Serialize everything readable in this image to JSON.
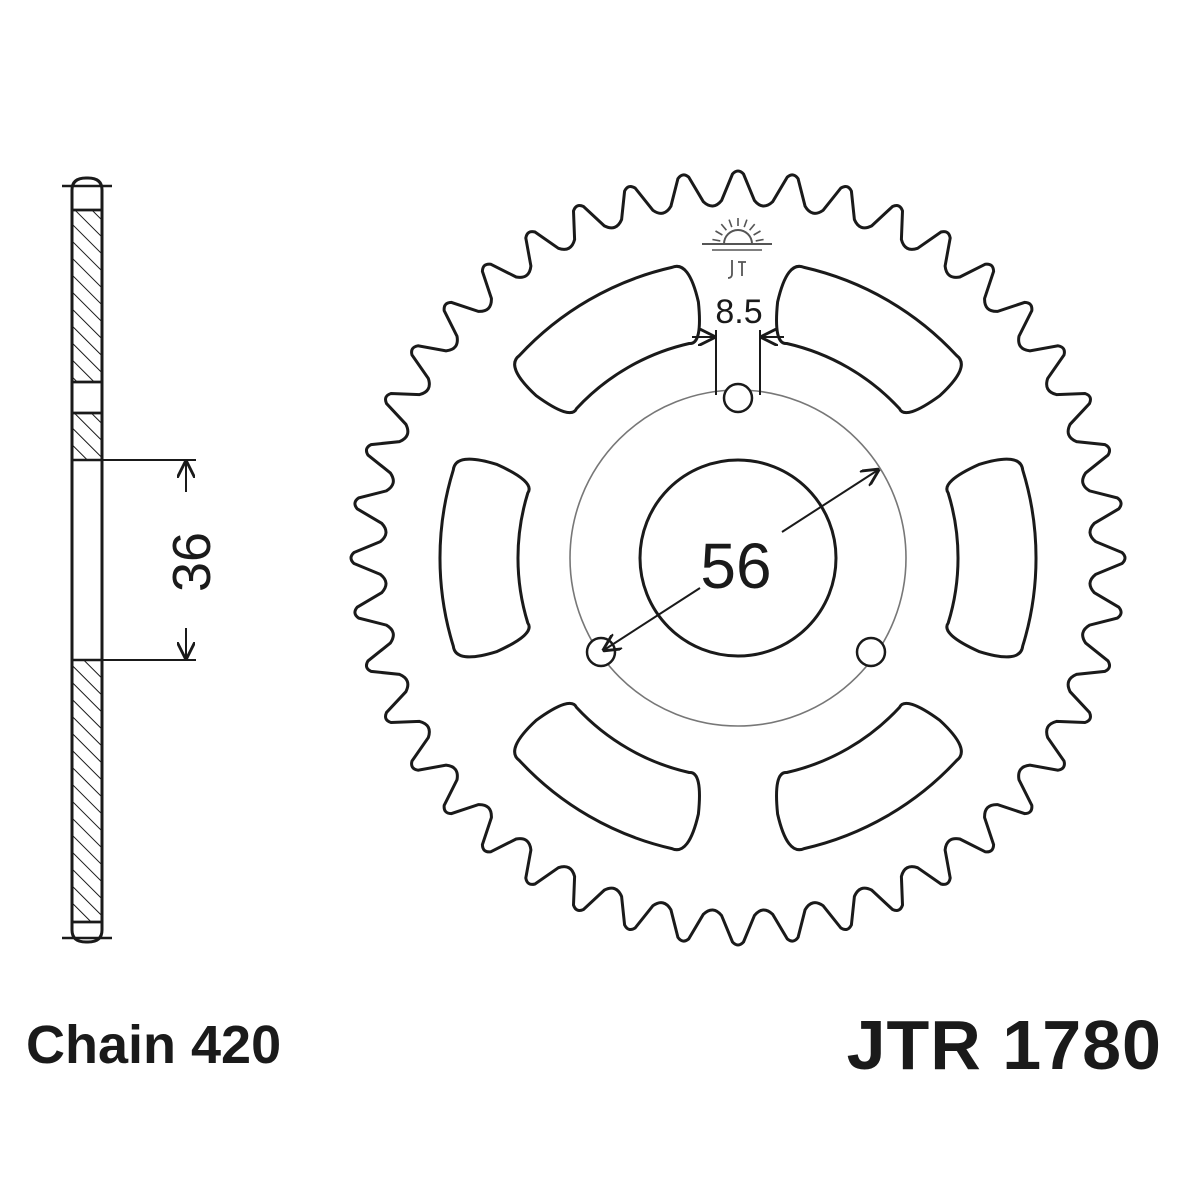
{
  "drawing": {
    "side_view": {
      "bore_dimension": "36"
    },
    "front_view": {
      "teeth": 44,
      "bolt_holes": 3,
      "bolt_circle_dimension": "56",
      "hole_dimension": "8.5",
      "logo_mark": "jt-logo"
    }
  },
  "labels": {
    "chain": "Chain 420",
    "part_number": "JTR 1780"
  },
  "colors": {
    "line": "#1a1a1a",
    "thin_line": "#777777",
    "background": "#ffffff"
  }
}
